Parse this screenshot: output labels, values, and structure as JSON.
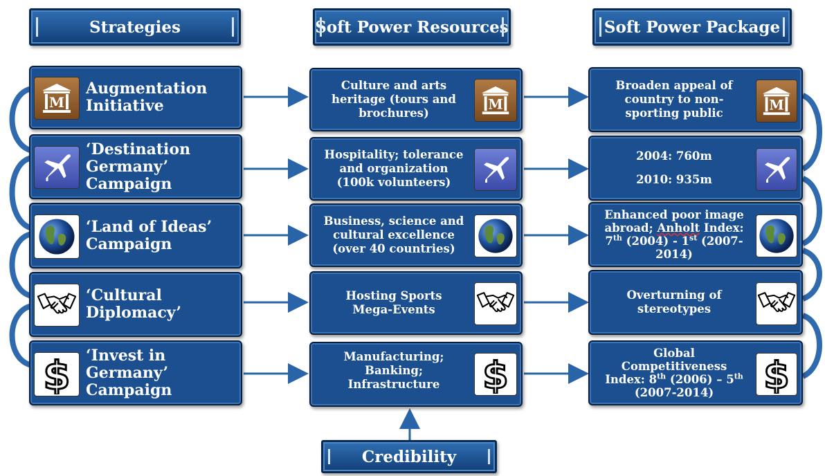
{
  "headers": {
    "strategies": "Strategies",
    "resources": "Soft Power Resources",
    "package": "Soft Power Package"
  },
  "credibility": "Credibility",
  "rows": [
    {
      "icon": "museum-icon",
      "strategy": [
        "Augmentation",
        "Initiative"
      ],
      "resource": [
        "Culture and arts",
        "heritage (tours and",
        "brochures)"
      ],
      "package": [
        "Broaden appeal of",
        "country to non-",
        "sporting public"
      ]
    },
    {
      "icon": "airplane-icon",
      "strategy": [
        "‘Destination",
        "Germany’",
        "Campaign"
      ],
      "resource": [
        "Hospitality; tolerance",
        "and organization",
        "(100k volunteers)"
      ],
      "package": [
        "2004: 760m",
        "2010: 935m"
      ]
    },
    {
      "icon": "globe-icon",
      "strategy": [
        "‘Land of Ideas’",
        "Campaign"
      ],
      "resource": [
        "Business, science and",
        "cultural excellence",
        "(over 40 countries)"
      ],
      "package_parts": {
        "line1": "Enhanced poor image",
        "line2a": "abroad; ",
        "line2b": "Anholt",
        "line2c": " Index:",
        "l3_num1": "7",
        "l3_sup1": "th",
        "l3_mid": " (2004) - 1",
        "l3_sup2": "st",
        "l3_end": " (2007-",
        "line4": "2014)"
      }
    },
    {
      "icon": "handshake-icon",
      "strategy": [
        "‘Cultural",
        "Diplomacy’"
      ],
      "resource": [
        "Hosting Sports",
        "Mega-Events"
      ],
      "package": [
        "Overturning of",
        "stereotypes"
      ]
    },
    {
      "icon": "dollar-icon",
      "strategy": [
        "‘Invest in",
        "Germany’",
        "Campaign"
      ],
      "resource": [
        "Manufacturing;",
        "Banking;",
        "Infrastructure"
      ],
      "package_parts": {
        "line1": "Global",
        "line2": "Competitiveness",
        "l3_pre": "Index: 8",
        "l3_sup1": "th",
        "l3_mid": " (2006) – 5",
        "l3_sup2": "th",
        "line4": "(2007-2014)"
      }
    }
  ],
  "colors": {
    "box_fill": "#1b4f8f",
    "arrow": "#2a64a8",
    "header_top": "#2f6fb3",
    "header_bottom": "#123f78"
  }
}
